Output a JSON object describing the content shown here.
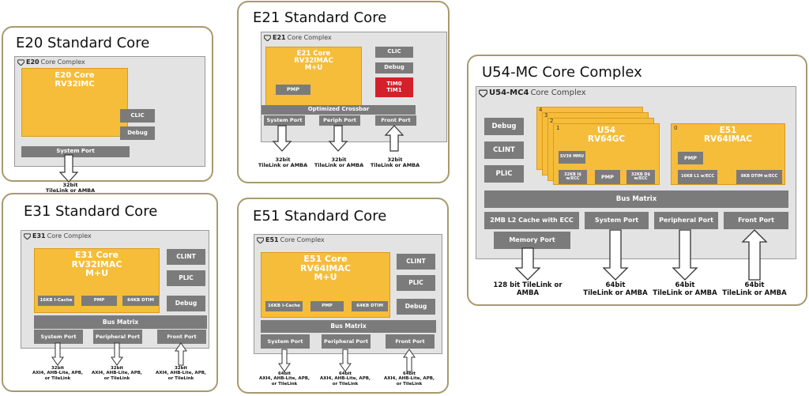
{
  "e20": {
    "title": "E20 Standard Core",
    "complex": "Core Complex",
    "logo_text": "E20",
    "core_title": "E20 Core\nRV32IMC",
    "clic": "CLIC",
    "debug": "Debug",
    "system_port": "System Port",
    "port_note": "32bit\nTileLink or AMBA"
  },
  "e21": {
    "title": "E21 Standard Core",
    "complex": "Core Complex",
    "logo_text": "E21",
    "core_title": "E21 Core\nRV32IMAC\nM+U",
    "pmp": "PMP",
    "clic": "CLIC",
    "debug": "Debug",
    "tim": "TIM0\nTIM1",
    "crossbar": "Optimized Crossbar",
    "ports": [
      "System Port",
      "Periph Port",
      "Front Port"
    ],
    "notes": [
      "32bit\nTileLink or AMBA",
      "32bit\nTileLink or AMBA",
      "32bit\nTileLink or AMBA"
    ]
  },
  "e31": {
    "title": "E31 Standard Core",
    "complex": "Core Complex",
    "logo_text": "E31",
    "core_title": "E31 Core\nRV32IMAC\nM+U",
    "mem": [
      "16KB I-Cache",
      "PMP",
      "64KB DTIM"
    ],
    "clint": "CLINT",
    "plic": "PLIC",
    "debug": "Debug",
    "bus": "Bus Matrix",
    "ports": [
      "System Port",
      "Peripheral Port",
      "Front Port"
    ],
    "notes": [
      "32bit\nAXI4, AHB-Lite, APB,\nor TileLink",
      "32bit\nAXI4, AHB-Lite, APB,\nor TileLink",
      "32bit\nAXI4, AHB-Lite, APB,\nor TileLink"
    ]
  },
  "e51": {
    "title": "E51 Standard Core",
    "complex": "Core Complex",
    "logo_text": "E51",
    "core_title": "E51 Core\nRV64IMAC\nM+U",
    "mem": [
      "16KB I-Cache",
      "PMP",
      "64KB DTIM"
    ],
    "clint": "CLINT",
    "plic": "PLIC",
    "debug": "Debug",
    "bus": "Bus Matrix",
    "ports": [
      "System Port",
      "Peripheral Port",
      "Front Port"
    ],
    "notes": [
      "64bit\nAXI4, AHB-Lite, APB,\nor TileLink",
      "64bit\nAXI4, AHB-Lite, APB,\nor TileLink",
      "64bit\nAXI4, AHB-Lite, APB,\nor TileLink"
    ]
  },
  "u54": {
    "title": "U54-MC Core Complex",
    "complex": "Core Complex",
    "logo_text": "U54-MC4",
    "debug": "Debug",
    "clint": "CLINT",
    "plic": "PLIC",
    "stack_nums": [
      "4",
      "3",
      "2",
      "1"
    ],
    "u54_title": "U54\nRV64GC",
    "sv39": "SV39 MMU",
    "u54_mem": [
      "32KB I$\nw/ECC",
      "PMP",
      "32KB D$\nw/ECC"
    ],
    "e51_num": "0",
    "e51_title": "E51\nRV64IMAC",
    "e51_pmp": "PMP",
    "e51_mem": [
      "16KB L1 w/ECC",
      "8KB DTIM w/ECC"
    ],
    "bus": "Bus Matrix",
    "ports": [
      "2MB L2 Cache with ECC",
      "System Port",
      "Peripheral Port",
      "Front Port"
    ],
    "memory_port": "Memory Port",
    "notes": [
      "128 bit TileLink or\nAMBA",
      "64bit\nTileLink or AMBA",
      "64bit\nTileLink or AMBA",
      "64bit\nTileLink or AMBA"
    ]
  },
  "colors": {
    "core_yellow": "#f5bd3a",
    "box_gray": "#7b7b7b",
    "complex_gray": "#e3e3e3",
    "tim_red": "#d4202a",
    "card_border": "#a89a6e"
  }
}
